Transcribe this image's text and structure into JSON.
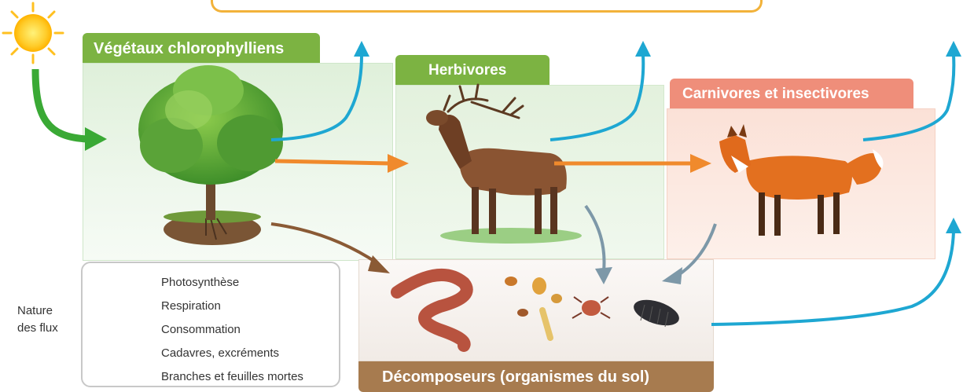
{
  "panels": {
    "vegetaux": {
      "title": "Végétaux chlorophylliens"
    },
    "herbivores": {
      "title": "Herbivores"
    },
    "carnivores": {
      "title": "Carnivores et insectivores"
    },
    "decomposeurs": {
      "title": "Décomposeurs (organismes du sol)"
    }
  },
  "legend": {
    "heading_line1": "Nature",
    "heading_line2": "des flux",
    "items": [
      {
        "label": "Photosynthèse",
        "color": "#3aa935"
      },
      {
        "label": "Respiration",
        "color": "#1ea7d2"
      },
      {
        "label": "Consommation",
        "color": "#f08a2c"
      },
      {
        "label": "Cadavres, excréments",
        "color": "#7d98a8"
      },
      {
        "label": "Branches et feuilles mortes",
        "color": "#8a5a35"
      }
    ]
  },
  "colors": {
    "green_tab": "#7cb342",
    "salmon_tab": "#ef8e7a",
    "brown_tab": "#a77b4f",
    "top_box_border": "#f2b23a"
  }
}
